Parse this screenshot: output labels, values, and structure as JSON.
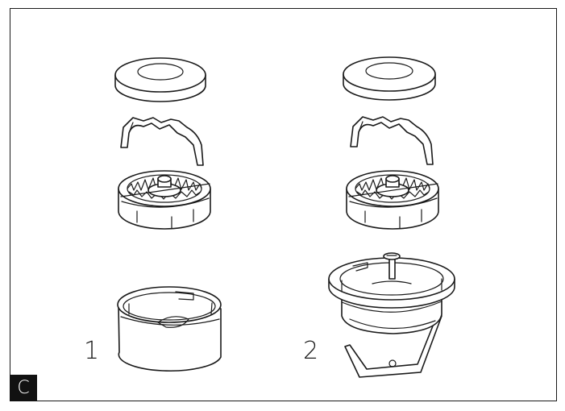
{
  "panel": {
    "letter": "C"
  },
  "figures": [
    {
      "label": "1"
    },
    {
      "label": "2"
    }
  ],
  "colors": {
    "line": "#1a1a1a",
    "fill": "#ffffff",
    "badge_bg": "#111111",
    "badge_text": "#ffffff"
  }
}
